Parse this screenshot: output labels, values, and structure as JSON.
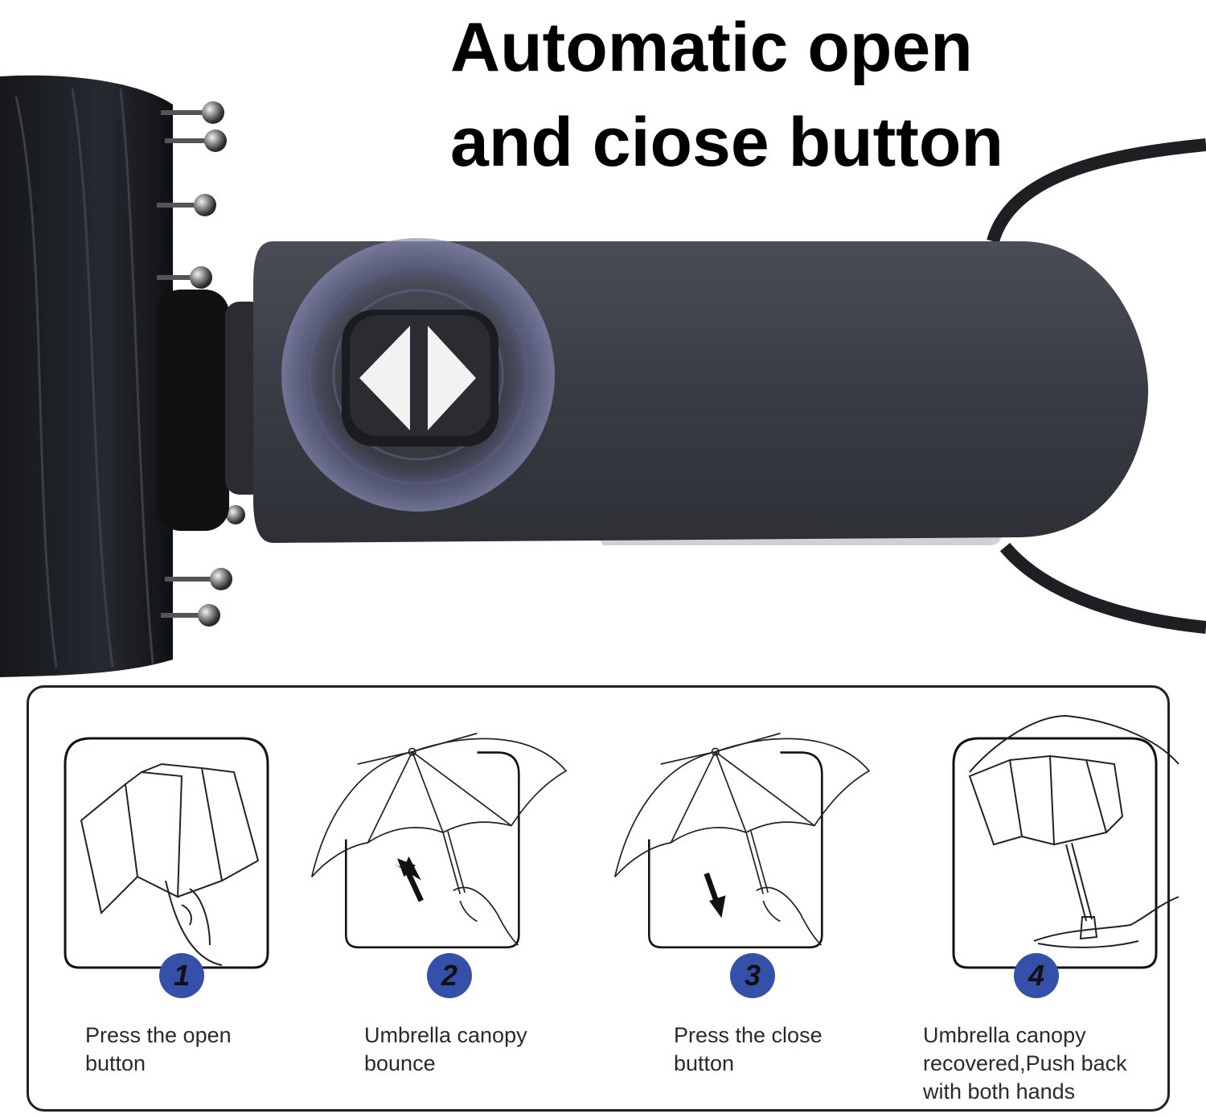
{
  "headline": {
    "line1": "Automatic open",
    "line2": "and ciose button"
  },
  "hero": {
    "button_icon": "open-close-diamond-icon",
    "colors": {
      "handle": "#3a3d45",
      "canopy": "#1e2126",
      "ring": "#7c7fa6",
      "accent_silver": "#cfd1d6"
    }
  },
  "steps": [
    {
      "number": "1",
      "caption": "Press the open\nbutton",
      "icon": "press-open-button-illustration"
    },
    {
      "number": "2",
      "caption": "Umbrella canopy\nbounce",
      "icon": "canopy-open-illustration"
    },
    {
      "number": "3",
      "caption": "Press the close\nbutton",
      "icon": "press-close-button-illustration"
    },
    {
      "number": "4",
      "caption": "Umbrella canopy\nrecovered,Push back\nwith both hands",
      "icon": "push-back-canopy-illustration"
    }
  ],
  "colors": {
    "badge": "#3450a8",
    "panel_border": "#222222",
    "text": "#2a2a2a"
  }
}
